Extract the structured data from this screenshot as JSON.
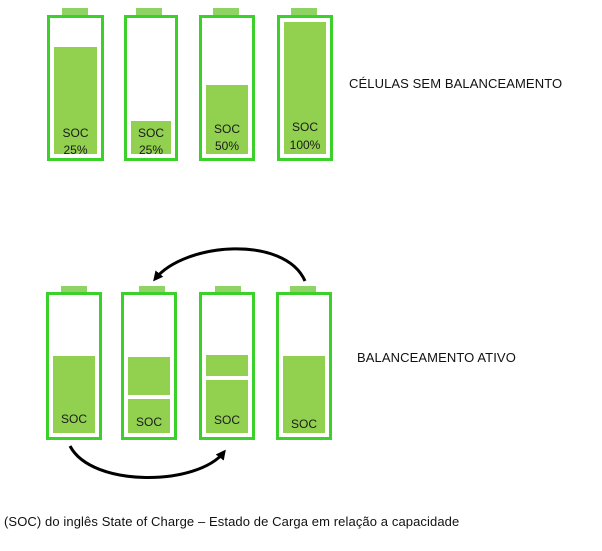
{
  "top_group": {
    "title": "CÉLULAS SEM BALANCEAMENTO",
    "cells": [
      {
        "label": "SOC",
        "value": "25%"
      },
      {
        "label": "SOC",
        "value": "25%"
      },
      {
        "label": "SOC",
        "value": "50%"
      },
      {
        "label": "SOC",
        "value": "100%"
      }
    ]
  },
  "bottom_group": {
    "title": "BALANCEAMENTO ATIVO",
    "cells": [
      {
        "label": "SOC"
      },
      {
        "label": "SOC"
      },
      {
        "label": "SOC"
      },
      {
        "label": "SOC"
      }
    ]
  },
  "footnote": "(SOC) do inglês State of Charge – Estado de Carga em relação a capacidade",
  "colors": {
    "cell_border": "#3bd12a",
    "fill": "#92d050",
    "arrow": "#000000"
  }
}
